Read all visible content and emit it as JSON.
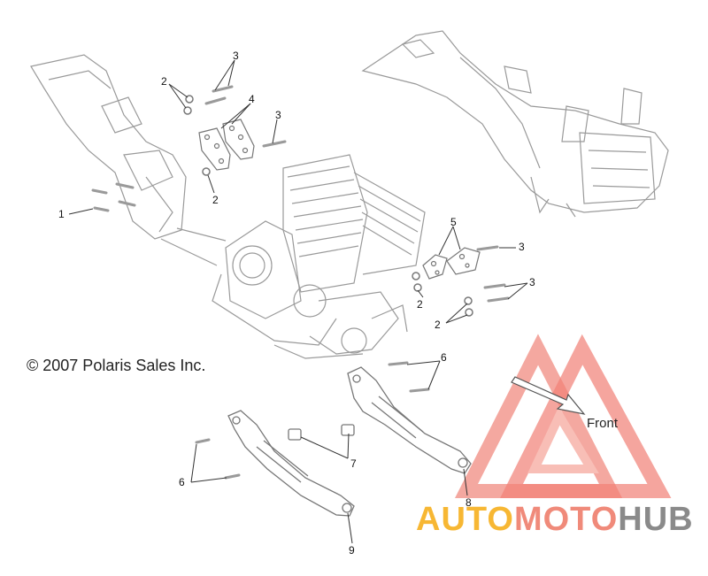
{
  "copyright": "© 2007 Polaris Sales Inc.",
  "front_label": "Front",
  "watermark": {
    "part1": "AUTO",
    "part2": "MOTO",
    "part3": "HUB"
  },
  "callouts": [
    {
      "id": "1",
      "text": "1"
    },
    {
      "id": "2a",
      "text": "2"
    },
    {
      "id": "3a",
      "text": "3"
    },
    {
      "id": "4",
      "text": "4"
    },
    {
      "id": "3b",
      "text": "3"
    },
    {
      "id": "2b",
      "text": "2"
    },
    {
      "id": "5",
      "text": "5"
    },
    {
      "id": "3c",
      "text": "3"
    },
    {
      "id": "2c",
      "text": "2"
    },
    {
      "id": "3d",
      "text": "3"
    },
    {
      "id": "2d",
      "text": "2"
    },
    {
      "id": "6a",
      "text": "6"
    },
    {
      "id": "6b",
      "text": "6"
    },
    {
      "id": "7",
      "text": "7"
    },
    {
      "id": "8",
      "text": "8"
    },
    {
      "id": "9",
      "text": "9"
    }
  ],
  "colors": {
    "line": "#9a9a9a",
    "watermark_red": "#f06a5e",
    "watermark_pink": "#f7b3aa"
  }
}
